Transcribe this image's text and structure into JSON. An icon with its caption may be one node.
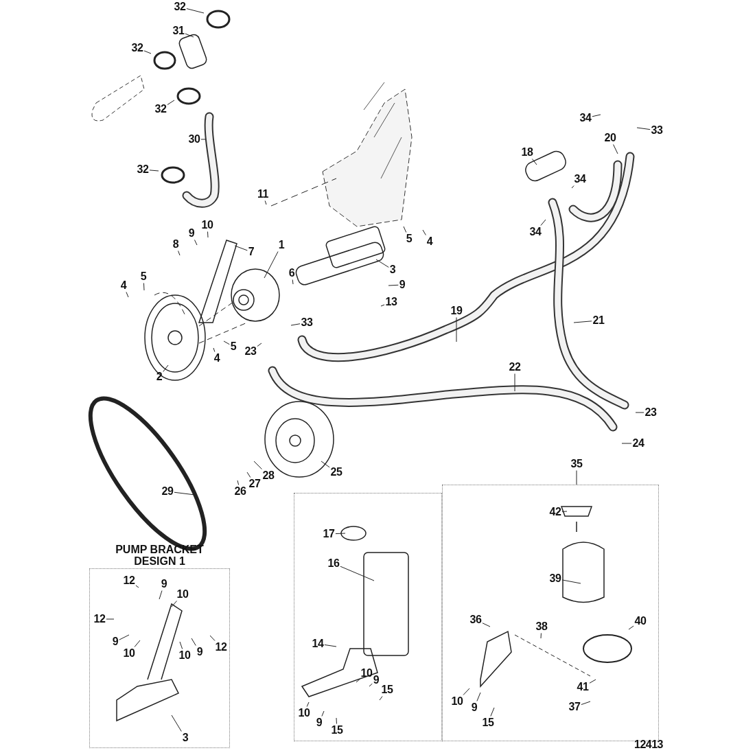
{
  "diagram": {
    "nodes": [
      {
        "text": [
          "PUMP BRACKET DESIGN 1"
        ]
      },
      {
        "text": [],
        "shape": "box"
      },
      {
        "text": [],
        "shape": "box"
      },
      {
        "text": [
          "32"
        ]
      },
      {
        "text": [
          "31"
        ]
      },
      {
        "text": [
          "32"
        ]
      },
      {
        "text": [
          "32"
        ]
      },
      {
        "text": [
          "30"
        ]
      },
      {
        "text": [
          "32"
        ]
      },
      {
        "text": [
          "11"
        ]
      },
      {
        "text": [
          "10"
        ]
      },
      {
        "text": [
          "9"
        ]
      },
      {
        "text": [
          "8"
        ]
      },
      {
        "text": [
          "7"
        ]
      },
      {
        "text": [
          "1"
        ]
      },
      {
        "text": [
          "4"
        ]
      },
      {
        "text": [
          "5"
        ]
      },
      {
        "text": [
          "6"
        ]
      },
      {
        "text": [
          "3"
        ]
      },
      {
        "text": [
          "5"
        ]
      },
      {
        "text": [
          "4"
        ]
      },
      {
        "text": [
          "9"
        ]
      },
      {
        "text": [
          "13"
        ]
      },
      {
        "text": [
          "33"
        ]
      },
      {
        "text": [
          "5"
        ]
      },
      {
        "text": [
          "4"
        ]
      },
      {
        "text": [
          "23"
        ]
      },
      {
        "text": [
          "2"
        ]
      },
      {
        "text": [
          "19"
        ]
      },
      {
        "text": [
          "22"
        ]
      },
      {
        "text": [
          "21"
        ]
      },
      {
        "text": [
          "18"
        ]
      },
      {
        "text": [
          "34"
        ]
      },
      {
        "text": [
          "20"
        ]
      },
      {
        "text": [
          "33"
        ]
      },
      {
        "text": [
          "34"
        ]
      },
      {
        "text": [
          "34"
        ]
      },
      {
        "text": [
          "23"
        ]
      },
      {
        "text": [
          "24"
        ]
      },
      {
        "text": [
          "25"
        ]
      },
      {
        "text": [
          "28"
        ]
      },
      {
        "text": [
          "27"
        ]
      },
      {
        "text": [
          "26"
        ]
      },
      {
        "text": [
          "29"
        ]
      },
      {
        "text": [
          "35"
        ]
      },
      {
        "text": [
          "12"
        ],
        "in": 0
      },
      {
        "text": [
          "9"
        ],
        "in": 0
      },
      {
        "text": [
          "10"
        ],
        "in": 0
      },
      {
        "text": [
          "12"
        ],
        "in": 0
      },
      {
        "text": [
          "9"
        ],
        "in": 0
      },
      {
        "text": [
          "10"
        ],
        "in": 0
      },
      {
        "text": [
          "10"
        ],
        "in": 0
      },
      {
        "text": [
          "9"
        ],
        "in": 0
      },
      {
        "text": [
          "12"
        ],
        "in": 0
      },
      {
        "text": [
          "3"
        ],
        "in": 0
      },
      {
        "text": [
          "17"
        ],
        "in": 1
      },
      {
        "text": [
          "16"
        ],
        "in": 1
      },
      {
        "text": [
          "14"
        ],
        "in": 1
      },
      {
        "text": [
          "10"
        ],
        "in": 1
      },
      {
        "text": [
          "9"
        ],
        "in": 1
      },
      {
        "text": [
          "15"
        ],
        "in": 1
      },
      {
        "text": [
          "10"
        ],
        "in": 1
      },
      {
        "text": [
          "9"
        ],
        "in": 1
      },
      {
        "text": [
          "15"
        ],
        "in": 1
      },
      {
        "text": [
          "42"
        ],
        "in": 2
      },
      {
        "text": [
          "39"
        ],
        "in": 2
      },
      {
        "text": [
          "36"
        ],
        "in": 2
      },
      {
        "text": [
          "38"
        ],
        "in": 2
      },
      {
        "text": [
          "40"
        ],
        "in": 2
      },
      {
        "text": [
          "41"
        ],
        "in": 2
      },
      {
        "text": [
          "37"
        ],
        "in": 2
      },
      {
        "text": [
          "10"
        ],
        "in": 2
      },
      {
        "text": [
          "9"
        ],
        "in": 2
      },
      {
        "text": [
          "15"
        ],
        "in": 2
      }
    ],
    "edges": [
      {
        "from": 3,
        "to": null,
        "arrow": "none"
      },
      {
        "from": 4,
        "to": null,
        "arrow": "none"
      },
      {
        "from": 5,
        "to": null,
        "arrow": "none"
      },
      {
        "from": 6,
        "to": null,
        "arrow": "none"
      },
      {
        "from": 7,
        "to": null,
        "arrow": "none"
      },
      {
        "from": 8,
        "to": null,
        "arrow": "none"
      },
      {
        "from": 9,
        "to": null,
        "arrow": "none"
      },
      {
        "from": 10,
        "to": null,
        "arrow": "none"
      },
      {
        "from": 11,
        "to": null,
        "arrow": "none"
      },
      {
        "from": 12,
        "to": null,
        "arrow": "none"
      },
      {
        "from": 13,
        "to": null,
        "arrow": "none"
      },
      {
        "from": 14,
        "to": null,
        "arrow": "none"
      },
      {
        "from": 15,
        "to": null,
        "arrow": "none"
      },
      {
        "from": 16,
        "to": null,
        "arrow": "none"
      },
      {
        "from": 17,
        "to": null,
        "arrow": "none"
      },
      {
        "from": 18,
        "to": null,
        "arrow": "none"
      },
      {
        "from": 19,
        "to": null,
        "arrow": "none"
      },
      {
        "from": 20,
        "to": null,
        "arrow": "none"
      },
      {
        "from": 21,
        "to": null,
        "arrow": "none"
      },
      {
        "from": 22,
        "to": null,
        "arrow": "none"
      },
      {
        "from": 23,
        "to": null,
        "arrow": "none"
      },
      {
        "from": 24,
        "to": null,
        "arrow": "none"
      },
      {
        "from": 25,
        "to": null,
        "arrow": "none"
      },
      {
        "from": 26,
        "to": null,
        "arrow": "none"
      },
      {
        "from": 27,
        "to": null,
        "arrow": "none"
      },
      {
        "from": 28,
        "to": null,
        "arrow": "none"
      },
      {
        "from": 29,
        "to": null,
        "arrow": "none"
      },
      {
        "from": 30,
        "to": null,
        "arrow": "none"
      },
      {
        "from": 31,
        "to": null,
        "arrow": "none"
      },
      {
        "from": 32,
        "to": null,
        "arrow": "none"
      },
      {
        "from": 33,
        "to": null,
        "arrow": "none"
      },
      {
        "from": 34,
        "to": null,
        "arrow": "none"
      },
      {
        "from": 35,
        "to": null,
        "arrow": "none"
      },
      {
        "from": 36,
        "to": null,
        "arrow": "none"
      },
      {
        "from": 37,
        "to": null,
        "arrow": "none"
      },
      {
        "from": 38,
        "to": null,
        "arrow": "none"
      },
      {
        "from": 39,
        "to": null,
        "arrow": "none"
      },
      {
        "from": 40,
        "to": null,
        "arrow": "none"
      },
      {
        "from": 41,
        "to": null,
        "arrow": "none"
      },
      {
        "from": 42,
        "to": null,
        "arrow": "none"
      },
      {
        "from": 43,
        "to": null,
        "arrow": "none"
      },
      {
        "from": 44,
        "to": 2,
        "arrow": "none"
      },
      {
        "from": 45,
        "to": null,
        "arrow": "none"
      },
      {
        "from": 46,
        "to": null,
        "arrow": "none"
      },
      {
        "from": 47,
        "to": null,
        "arrow": "none"
      },
      {
        "from": 48,
        "to": null,
        "arrow": "none"
      },
      {
        "from": 49,
        "to": null,
        "arrow": "none"
      },
      {
        "from": 50,
        "to": null,
        "arrow": "none"
      },
      {
        "from": 51,
        "to": null,
        "arrow": "none"
      },
      {
        "from": 52,
        "to": null,
        "arrow": "none"
      },
      {
        "from": 53,
        "to": null,
        "arrow": "none"
      },
      {
        "from": 54,
        "to": null,
        "arrow": "none"
      },
      {
        "from": 55,
        "to": null,
        "arrow": "none"
      },
      {
        "from": 56,
        "to": null,
        "arrow": "none"
      },
      {
        "from": 57,
        "to": null,
        "arrow": "none"
      },
      {
        "from": 58,
        "to": null,
        "arrow": "none"
      },
      {
        "from": 59,
        "to": null,
        "arrow": "none"
      },
      {
        "from": 60,
        "to": null,
        "arrow": "none"
      },
      {
        "from": 61,
        "to": null,
        "arrow": "none"
      },
      {
        "from": 62,
        "to": null,
        "arrow": "none"
      },
      {
        "from": 63,
        "to": null,
        "arrow": "none"
      },
      {
        "from": 64,
        "to": null,
        "arrow": "none"
      },
      {
        "from": 65,
        "to": null,
        "arrow": "none"
      },
      {
        "from": 66,
        "to": null,
        "arrow": "none"
      },
      {
        "from": 67,
        "to": null,
        "arrow": "none"
      },
      {
        "from": 68,
        "to": null,
        "arrow": "none"
      },
      {
        "from": 69,
        "to": null,
        "arrow": "none"
      },
      {
        "from": 70,
        "to": null,
        "arrow": "none"
      },
      {
        "from": 71,
        "to": null,
        "arrow": "none"
      },
      {
        "from": 72,
        "to": null,
        "arrow": "none"
      },
      {
        "from": 73,
        "to": null,
        "arrow": "none"
      }
    ],
    "labels": [
      "12413"
    ]
  }
}
